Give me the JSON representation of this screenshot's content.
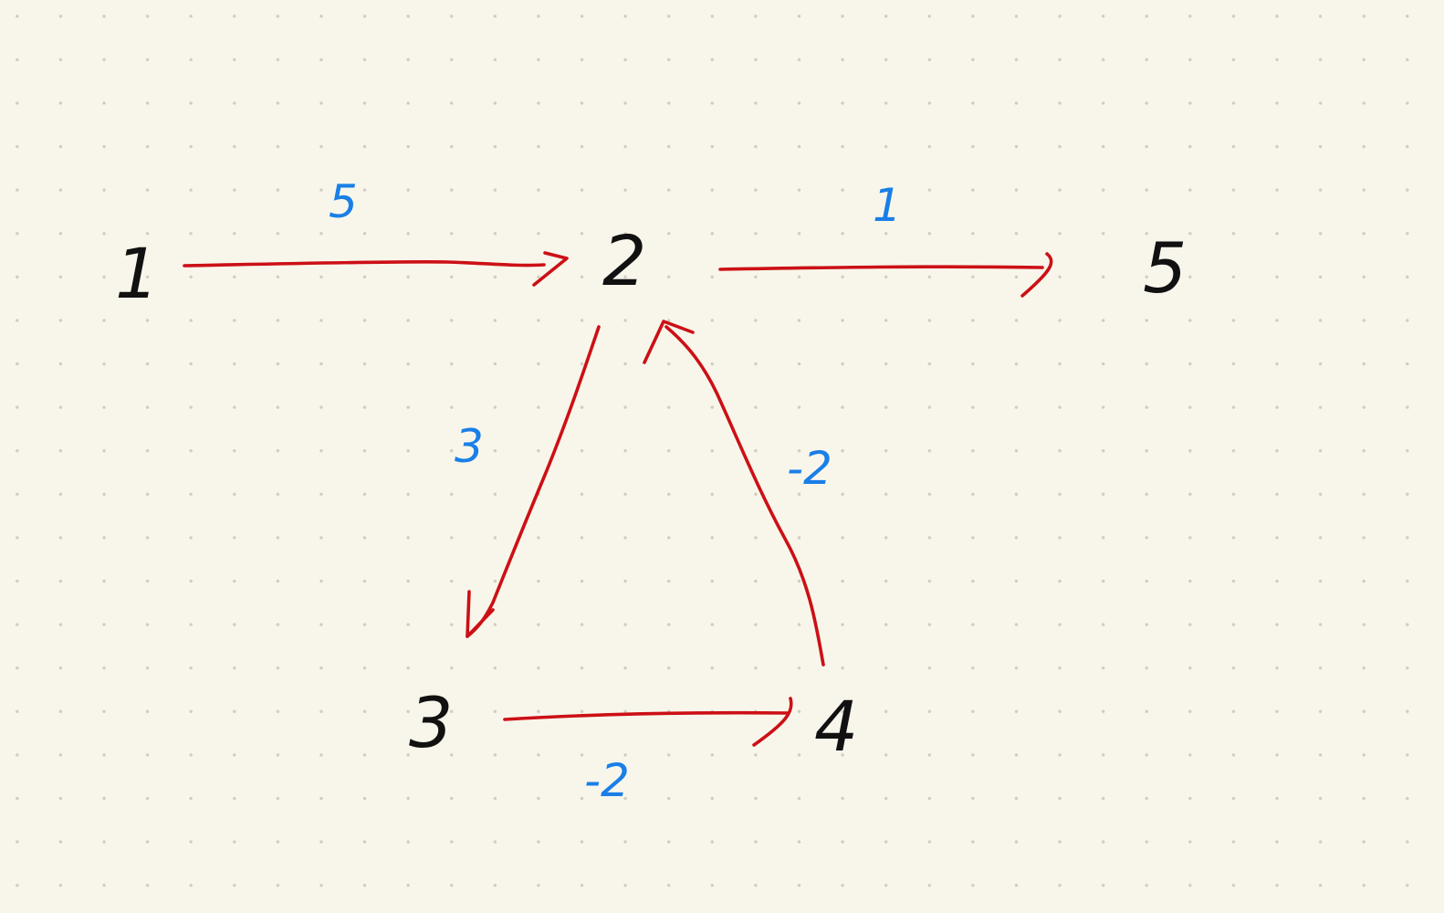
{
  "colors": {
    "background": "#f8f6eb",
    "dot": "#cfcdc2",
    "node": "#111111",
    "edge": "#cc1016",
    "weight": "#1a7fe6"
  },
  "nodes": [
    {
      "id": "n1",
      "label": "1"
    },
    {
      "id": "n2",
      "label": "2"
    },
    {
      "id": "n3",
      "label": "3"
    },
    {
      "id": "n4",
      "label": "4"
    },
    {
      "id": "n5",
      "label": "5"
    }
  ],
  "edges": [
    {
      "from": "1",
      "to": "2",
      "weight": "5"
    },
    {
      "from": "2",
      "to": "5",
      "weight": "1"
    },
    {
      "from": "2",
      "to": "3",
      "weight": "3"
    },
    {
      "from": "4",
      "to": "2",
      "weight": "-2"
    },
    {
      "from": "3",
      "to": "4",
      "weight": "-2"
    }
  ]
}
